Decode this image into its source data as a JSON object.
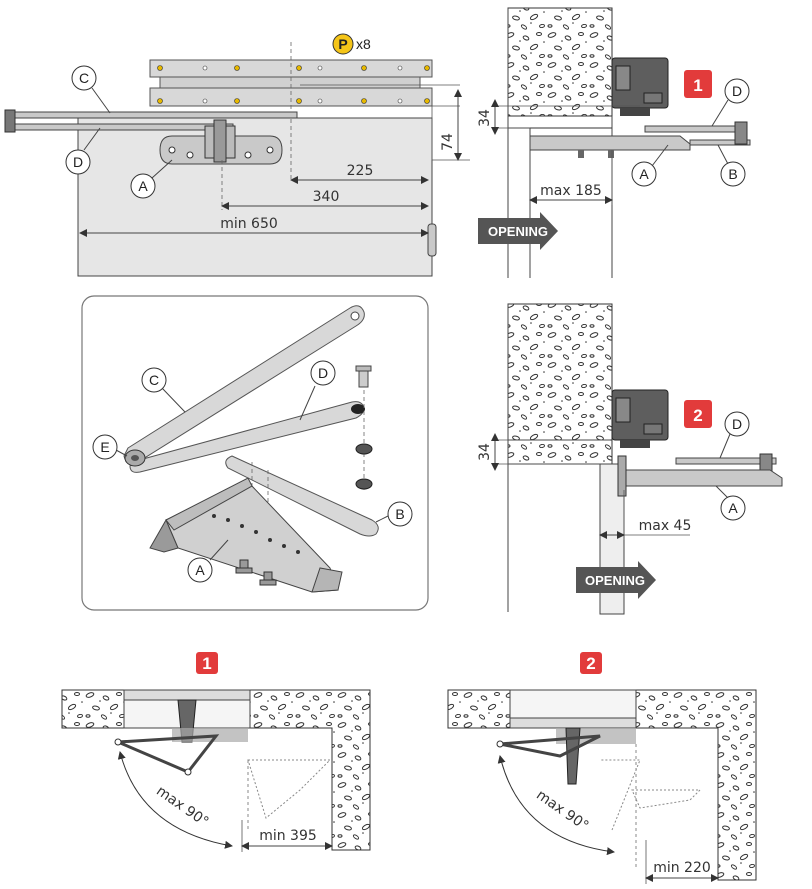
{
  "labels": {
    "A": "A",
    "B": "B",
    "C": "C",
    "D": "D",
    "E": "E",
    "P": "P",
    "plate_qty": "x8"
  },
  "dims": {
    "d225": "225",
    "d340": "340",
    "min650": "min 650",
    "d74": "74",
    "d34a": "34",
    "d34b": "34",
    "max185": "max 185",
    "max45": "max 45",
    "min395": "min 395",
    "min220": "min 220",
    "max90a": "max 90°",
    "max90b": "max 90°"
  },
  "badges": {
    "one": "1",
    "two": "2",
    "one_b": "1",
    "two_b": "2"
  },
  "opening": {
    "a": "OPENING",
    "b": "OPENING"
  },
  "colors": {
    "badge": "#e23b3b",
    "yellow": "#f5c518",
    "dark": "#555555"
  }
}
